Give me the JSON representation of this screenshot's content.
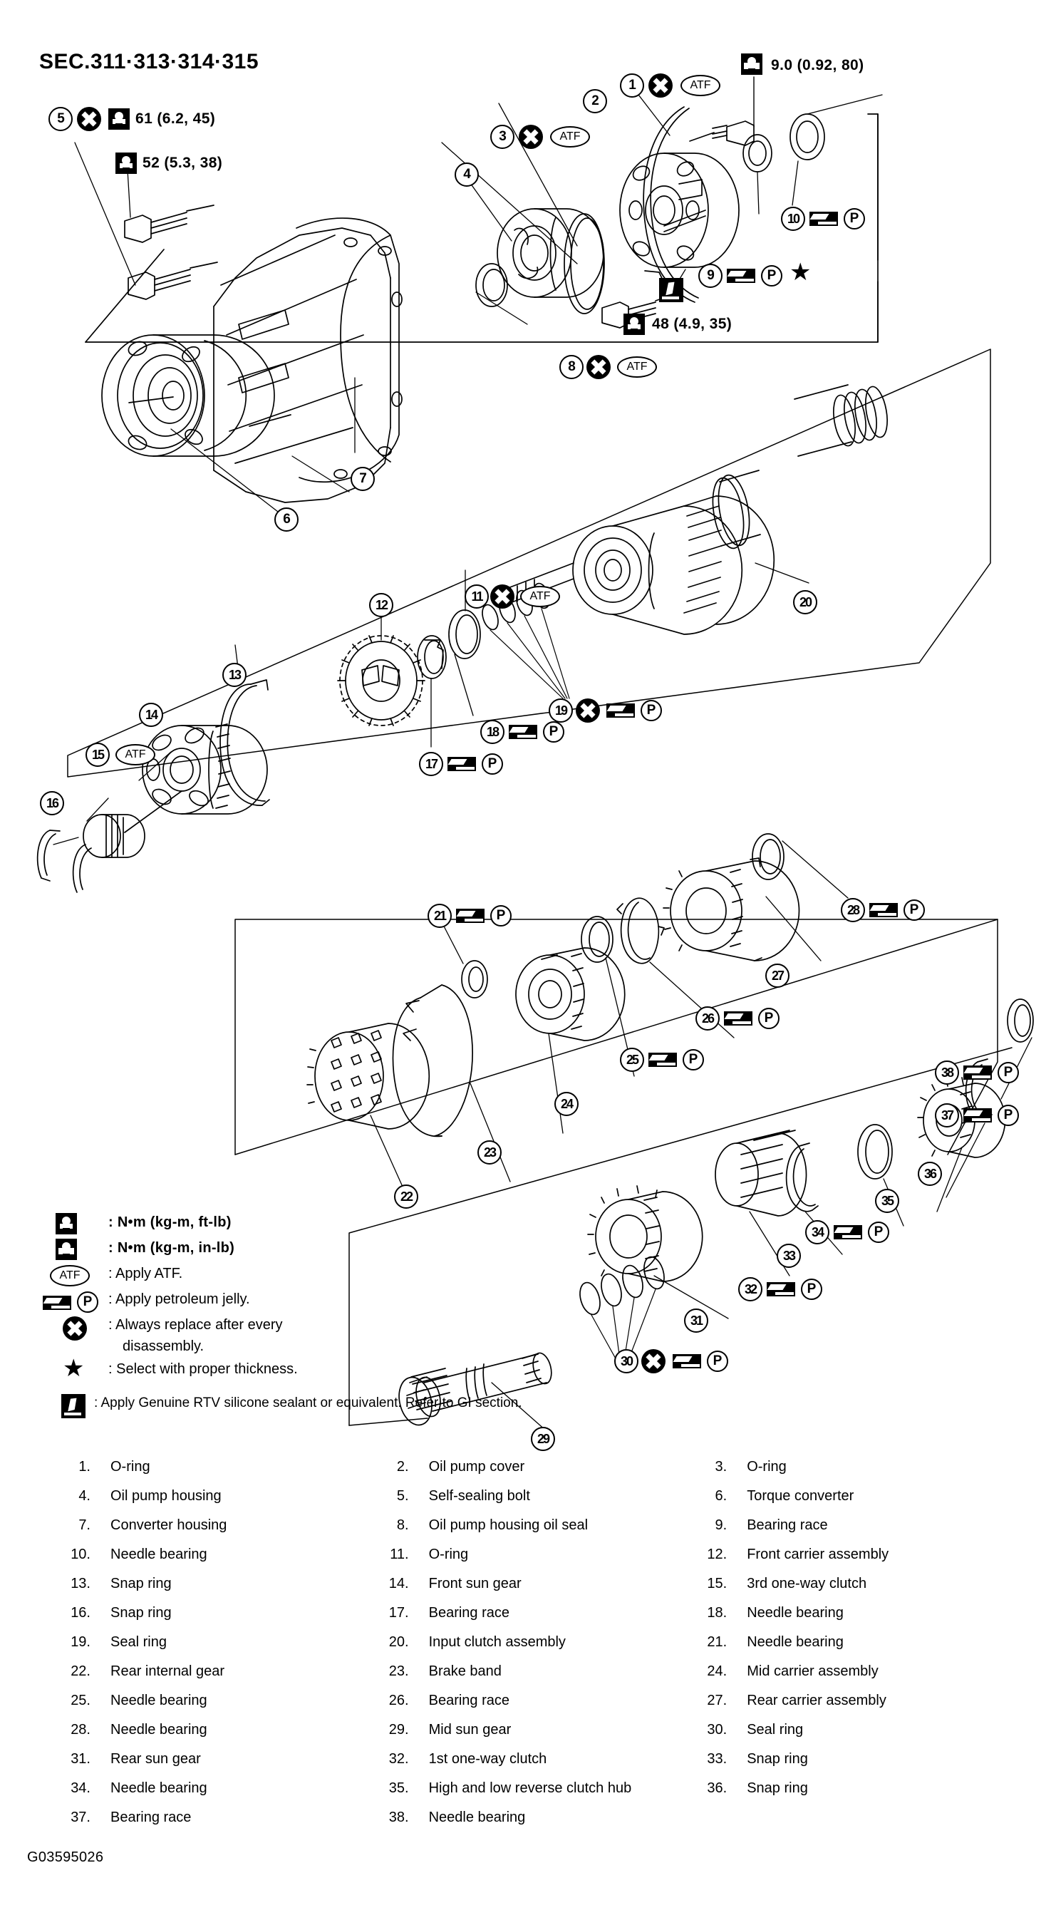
{
  "title": "SEC.311·313·314·315",
  "drawing_code": "G03595026",
  "torque_specs": [
    {
      "id": "t61",
      "icon": "wrench-ftlb-icon",
      "value": "61  (6.2, 45)"
    },
    {
      "id": "t52",
      "icon": "wrench-ftlb-icon",
      "value": "52  (5.3, 38)"
    },
    {
      "id": "t90",
      "icon": "wrench-inlb-icon",
      "value": "9.0  (0.92, 80)"
    },
    {
      "id": "t48",
      "icon": "wrench-ftlb-icon",
      "value": "48  (4.9, 35)"
    }
  ],
  "symbol_labels": {
    "atf": "ATF",
    "p": "P"
  },
  "callouts": [
    {
      "n": "1"
    },
    {
      "n": "2"
    },
    {
      "n": "3"
    },
    {
      "n": "4"
    },
    {
      "n": "5"
    },
    {
      "n": "6"
    },
    {
      "n": "7"
    },
    {
      "n": "8"
    },
    {
      "n": "9"
    },
    {
      "n": "10"
    },
    {
      "n": "11"
    },
    {
      "n": "12"
    },
    {
      "n": "13"
    },
    {
      "n": "14"
    },
    {
      "n": "15"
    },
    {
      "n": "16"
    },
    {
      "n": "17"
    },
    {
      "n": "18"
    },
    {
      "n": "19"
    },
    {
      "n": "20"
    },
    {
      "n": "21"
    },
    {
      "n": "22"
    },
    {
      "n": "23"
    },
    {
      "n": "24"
    },
    {
      "n": "25"
    },
    {
      "n": "26"
    },
    {
      "n": "27"
    },
    {
      "n": "28"
    },
    {
      "n": "29"
    },
    {
      "n": "30"
    },
    {
      "n": "31"
    },
    {
      "n": "32"
    },
    {
      "n": "33"
    },
    {
      "n": "34"
    },
    {
      "n": "35"
    },
    {
      "n": "36"
    },
    {
      "n": "37"
    },
    {
      "n": "38"
    }
  ],
  "legend": [
    {
      "icon": "wrench-ftlb-icon",
      "text": ": N•m  (kg-m,  ft-lb)",
      "bold": true
    },
    {
      "icon": "wrench-inlb-icon",
      "text": ": N•m  (kg-m,  in-lb)",
      "bold": true
    },
    {
      "icon": "atf-oval-icon",
      "text": ": Apply ATF.",
      "bold": false
    },
    {
      "icon": "jelly-p-icon",
      "text": ": Apply petroleum jelly.",
      "bold": false
    },
    {
      "icon": "replace-x-icon",
      "text": ": Always replace after every",
      "text2": "disassembly.",
      "bold": false
    },
    {
      "icon": "star-icon",
      "text": ": Select with proper thickness.",
      "bold": false
    },
    {
      "icon": "rtv-sealant-icon",
      "text": ": Apply Genuine RTV silicone sealant or equivalent. Refer to GI section.",
      "bold": false
    }
  ],
  "parts": [
    {
      "num": "1.",
      "name": "O-ring"
    },
    {
      "num": "2.",
      "name": "Oil pump cover"
    },
    {
      "num": "3.",
      "name": "O-ring"
    },
    {
      "num": "4.",
      "name": "Oil pump housing"
    },
    {
      "num": "5.",
      "name": "Self-sealing bolt"
    },
    {
      "num": "6.",
      "name": "Torque converter"
    },
    {
      "num": "7.",
      "name": "Converter housing"
    },
    {
      "num": "8.",
      "name": "Oil pump housing oil seal"
    },
    {
      "num": "9.",
      "name": "Bearing race"
    },
    {
      "num": "10.",
      "name": "Needle bearing"
    },
    {
      "num": "11.",
      "name": "O-ring"
    },
    {
      "num": "12.",
      "name": "Front carrier assembly"
    },
    {
      "num": "13.",
      "name": "Snap ring"
    },
    {
      "num": "14.",
      "name": "Front sun gear"
    },
    {
      "num": "15.",
      "name": "3rd one-way clutch"
    },
    {
      "num": "16.",
      "name": "Snap ring"
    },
    {
      "num": "17.",
      "name": "Bearing race"
    },
    {
      "num": "18.",
      "name": "Needle bearing"
    },
    {
      "num": "19.",
      "name": "Seal ring"
    },
    {
      "num": "20.",
      "name": "Input clutch assembly"
    },
    {
      "num": "21.",
      "name": "Needle bearing"
    },
    {
      "num": "22.",
      "name": "Rear internal gear"
    },
    {
      "num": "23.",
      "name": "Brake band"
    },
    {
      "num": "24.",
      "name": "Mid carrier assembly"
    },
    {
      "num": "25.",
      "name": "Needle bearing"
    },
    {
      "num": "26.",
      "name": "Bearing race"
    },
    {
      "num": "27.",
      "name": "Rear carrier assembly"
    },
    {
      "num": "28.",
      "name": "Needle bearing"
    },
    {
      "num": "29.",
      "name": "Mid sun gear"
    },
    {
      "num": "30.",
      "name": "Seal ring"
    },
    {
      "num": "31.",
      "name": "Rear sun gear"
    },
    {
      "num": "32.",
      "name": "1st one-way clutch"
    },
    {
      "num": "33.",
      "name": "Snap ring"
    },
    {
      "num": "34.",
      "name": "Needle bearing"
    },
    {
      "num": "35.",
      "name": "High and low reverse clutch hub"
    },
    {
      "num": "36.",
      "name": "Snap ring"
    },
    {
      "num": "37.",
      "name": "Bearing race"
    },
    {
      "num": "38.",
      "name": "Needle bearing"
    }
  ]
}
